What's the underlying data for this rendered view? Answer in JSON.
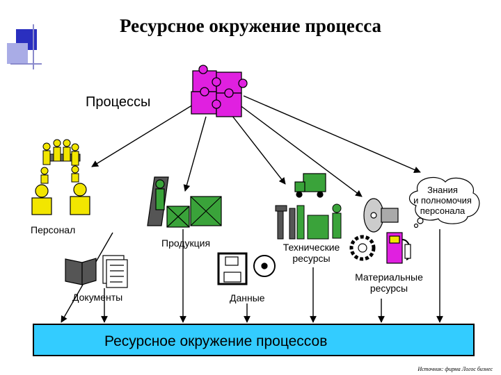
{
  "title": "Ресурсное окружение процесса",
  "nodes": {
    "processes": "Процессы",
    "personnel": "Персонал",
    "products": "Продукция",
    "technical": [
      "Технические",
      "ресурсы"
    ],
    "knowledge": [
      "Знания",
      "и полномочия",
      "персонала"
    ],
    "documents": "Документы",
    "data": "Данные",
    "materials": [
      "Материальные",
      "ресурсы"
    ]
  },
  "footer": "Ресурсное окружение процессов",
  "source": "Источник: фирма Логос бизнес",
  "colors": {
    "puzzle": "#E020E0",
    "footer_bg": "#33CCFF",
    "accent_square": "#2A2FBF",
    "accent_light": "#A9ACE6",
    "green": "#3AA33A"
  }
}
